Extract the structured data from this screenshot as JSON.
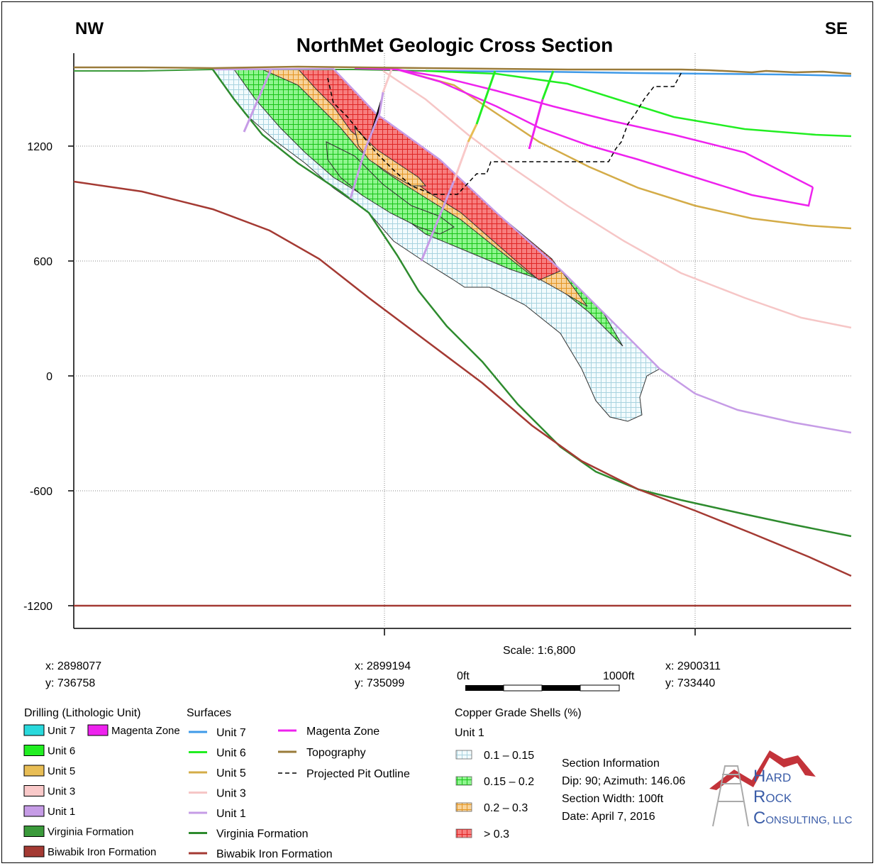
{
  "header": {
    "left_direction": "NW",
    "right_direction": "SE",
    "title": "NorthMet Geologic Cross Section"
  },
  "axis": {
    "elevation_ticks": [
      "1200",
      "600",
      "0",
      "-600",
      "-1200"
    ],
    "elevation_values": [
      1200,
      600,
      0,
      -600,
      -1200
    ]
  },
  "coords": {
    "left": {
      "x": "x: 2898077",
      "y": "y: 736758"
    },
    "mid": {
      "x": "x: 2899194",
      "y": "y: 735099"
    },
    "right": {
      "x": "x: 2900311",
      "y": "y: 733440"
    }
  },
  "scale": {
    "label": "Scale: 1:6,800",
    "start": "0ft",
    "end": "1000ft"
  },
  "legend_drilling": {
    "title": "Drilling (Lithologic Unit)",
    "items": [
      {
        "label": "Unit 7",
        "color": "#29d9dc"
      },
      {
        "label": "Unit 6",
        "color": "#22ee22"
      },
      {
        "label": "Unit 5",
        "color": "#e8bd55"
      },
      {
        "label": "Unit 3",
        "color": "#f9c9c9"
      },
      {
        "label": "Unit 1",
        "color": "#c69ce6"
      },
      {
        "label": "Virginia Formation",
        "color": "#3b9a3b"
      },
      {
        "label": "Biwabik Iron Formation",
        "color": "#a43a33"
      }
    ],
    "extra": {
      "label": "Magenta Zone",
      "color": "#ee22ee"
    }
  },
  "legend_surfaces": {
    "title": "Surfaces",
    "col1": [
      {
        "label": "Unit 7",
        "color": "#3f9ae8"
      },
      {
        "label": "Unit 6",
        "color": "#22ee22"
      },
      {
        "label": "Unit 5",
        "color": "#d4ac48"
      },
      {
        "label": "Unit 3",
        "color": "#f6c6c6"
      },
      {
        "label": "Unit 1",
        "color": "#c69ce6"
      },
      {
        "label": "Virginia Formation",
        "color": "#2e8b2e"
      },
      {
        "label": "Biwabik Iron Formation",
        "color": "#a43a33"
      }
    ],
    "col2": [
      {
        "label": "Magenta Zone",
        "color": "#ee22ee"
      },
      {
        "label": "Topography",
        "color": "#9a7b3a"
      },
      {
        "label": "Projected Pit Outline",
        "color": "#000000"
      }
    ]
  },
  "legend_grade": {
    "title": "Copper Grade Shells (%)",
    "subtitle": "Unit 1",
    "items": [
      {
        "label": "0.1 – 0.15",
        "color": "#bfe3ea"
      },
      {
        "label": "0.15 – 0.2",
        "color": "#22ee22"
      },
      {
        "label": "0.2 – 0.3",
        "color": "#f0a92c"
      },
      {
        "label": "> 0.3",
        "color": "#ee3333"
      }
    ]
  },
  "section_info": {
    "title": "Section Information",
    "dip": "Dip: 90; Azimuth: 146.06",
    "width": "Section Width: 100ft",
    "date": "Date: April 7, 2016"
  },
  "logo": {
    "line1_cap": "H",
    "line1_rest": "ARD",
    "line2_cap": "R",
    "line2_rest": "OCK",
    "line3_cap": "C",
    "line3_rest": "ONSULTING, LLC"
  }
}
